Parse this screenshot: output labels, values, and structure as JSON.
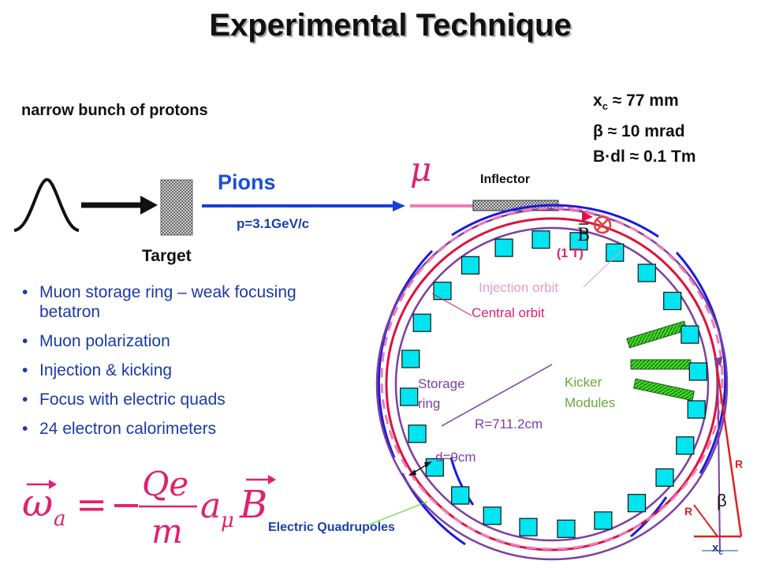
{
  "title": "Experimental Technique",
  "beam_source": {
    "text": "narrow bunch of protons"
  },
  "target_label": "Target",
  "pions_label": "Pions",
  "momentum_label": "p=3.1GeV/c",
  "muon_symbol": "μ",
  "inflector_label": "Inflector",
  "kick_params": [
    {
      "symbol": "x",
      "sub": "c",
      "value": " ≈ 77 mm"
    },
    {
      "symbol": "β",
      "sub": "",
      "value": " ≈ 10 mrad"
    },
    {
      "symbol": "B·dl",
      "sub": "",
      "value": " ≈ 0.1 Tm"
    }
  ],
  "bullets": [
    "Muon storage ring – weak focusing betatron",
    "Muon polarization",
    "Injection & kicking",
    "Focus with electric quads",
    "24 electron calorimeters"
  ],
  "ring": {
    "field_symbol": "B",
    "field_note": "(1 T)",
    "injection_orbit": "Injection orbit",
    "central_orbit": "Central  orbit",
    "storage_ring": "Storage ring",
    "kicker_modules": "Kicker Modules",
    "radius": "R=711.2cm",
    "aperture": "d=9cm",
    "electric_quadrupoles": "Electric Quadrupoles",
    "calorimeter_count": 24,
    "colors": {
      "outer_quads": "#1a1ae0",
      "ring": "#7b3fa4",
      "central_orbit": "#e01040",
      "injection_orbit": "#f07ab8",
      "calorimeter": "#00e5f0",
      "kicker": "#44dd22"
    }
  },
  "kick_geometry": {
    "R": "R",
    "beta": "β",
    "xc": "x",
    "xc_sub": "c"
  },
  "formula": {
    "lhs": "ω",
    "lhs_sub": "a",
    "numerator": "Qe",
    "denominator": "m",
    "a": "a",
    "a_sub": "μ",
    "B": "B"
  }
}
